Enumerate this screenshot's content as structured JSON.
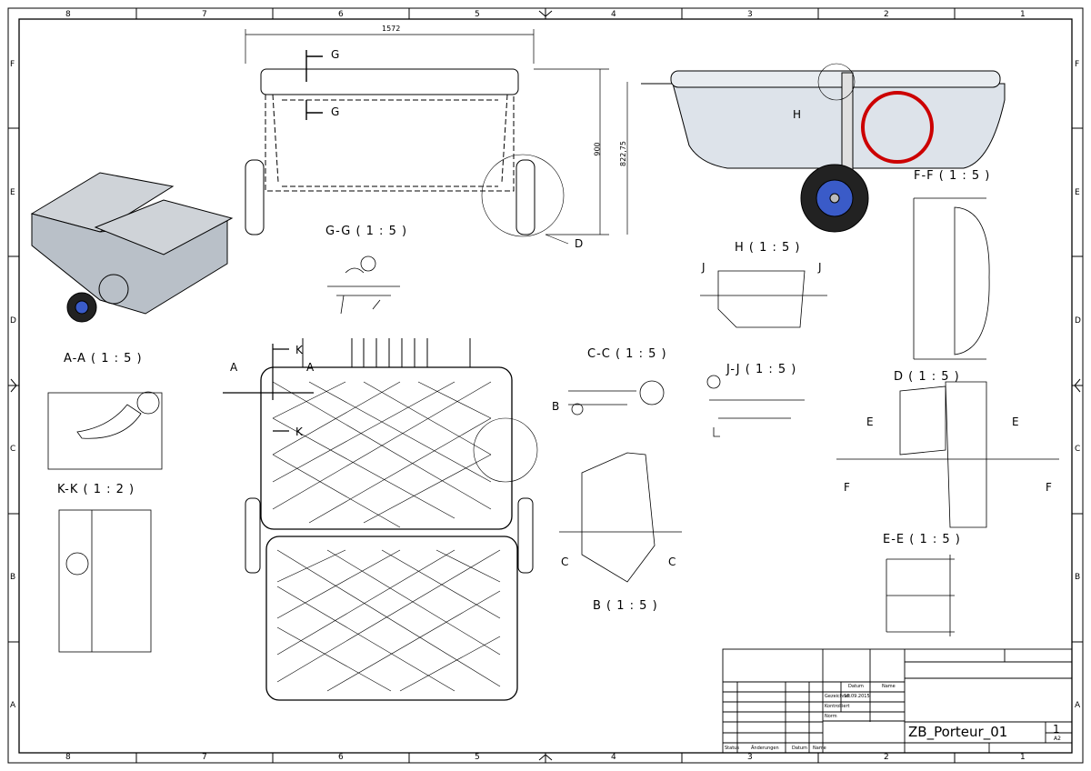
{
  "zones": {
    "columns": [
      "8",
      "7",
      "6",
      "5",
      "4",
      "3",
      "2",
      "1"
    ],
    "rows": [
      "F",
      "E",
      "D",
      "C",
      "B",
      "A"
    ]
  },
  "views": {
    "gg": "G-G ( 1 : 5 )",
    "h": "H ( 1 : 5 )",
    "ff": "F-F ( 1 : 5 )",
    "aa": "A-A ( 1 : 5 )",
    "kk": "K-K ( 1 : 2 )",
    "cc": "C-C ( 1 : 5 )",
    "jj": "J-J ( 1 : 5 )",
    "d": "D ( 1 : 5 )",
    "ee": "E-E ( 1 : 5 )",
    "b": "B ( 1 : 5 )"
  },
  "dimensions": {
    "width": "1572",
    "height": "900",
    "height2": "822,75"
  },
  "markers": {
    "g": "G",
    "h": "H",
    "d": "D",
    "j": "J",
    "a": "A",
    "k": "K",
    "b": "B",
    "c": "C",
    "e": "E",
    "f": "F"
  },
  "title_block": {
    "datum": "Datum",
    "name": "Name",
    "gezeichnet": "Gezeichnet",
    "date": "16.09.2015",
    "kontrolliert": "Kontrolliert",
    "norm": "Norm",
    "status": "Status",
    "aenderungen": "Änderungen",
    "datum2": "Datum",
    "name2": "Name",
    "drawing_name": "ZB_Porteur_01",
    "sheet": "1",
    "format": "A2"
  }
}
